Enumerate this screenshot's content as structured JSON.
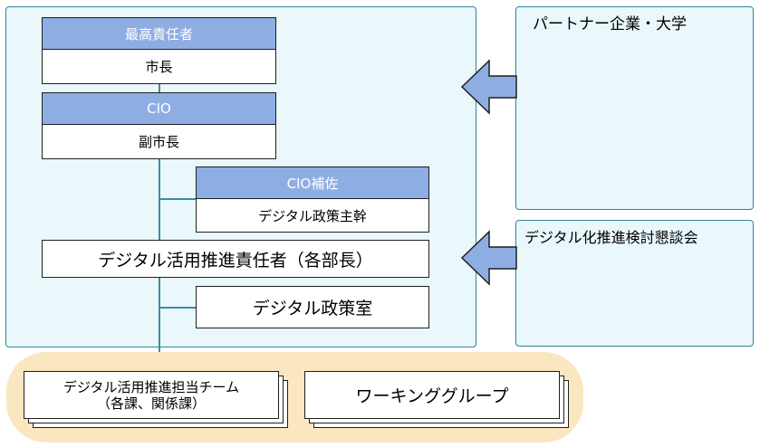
{
  "org": {
    "top_title": "最高責任者",
    "top_name": "市長",
    "cio_title": "CIO",
    "cio_name": "副市長",
    "cio_assist_title": "CIO補佐",
    "cio_assist_name": "デジタル政策主幹",
    "utilization_lead": "デジタル活用推進責任者（各部長）",
    "policy_office": "デジタル政策室",
    "team_line1": "デジタル活用推進担当チーム",
    "team_line2": "（各課、関係課）",
    "working_group": "ワーキンググループ"
  },
  "external": {
    "partners": "パートナー企業・大学",
    "council": "デジタル化推進検討懇談会"
  },
  "colors": {
    "panel_bg": "#eaf7fb",
    "panel_border": "#31859c",
    "header_fill": "#8eaee3",
    "arrow_fill": "#8eaee3",
    "oval_fill": "#fbe7bf"
  }
}
